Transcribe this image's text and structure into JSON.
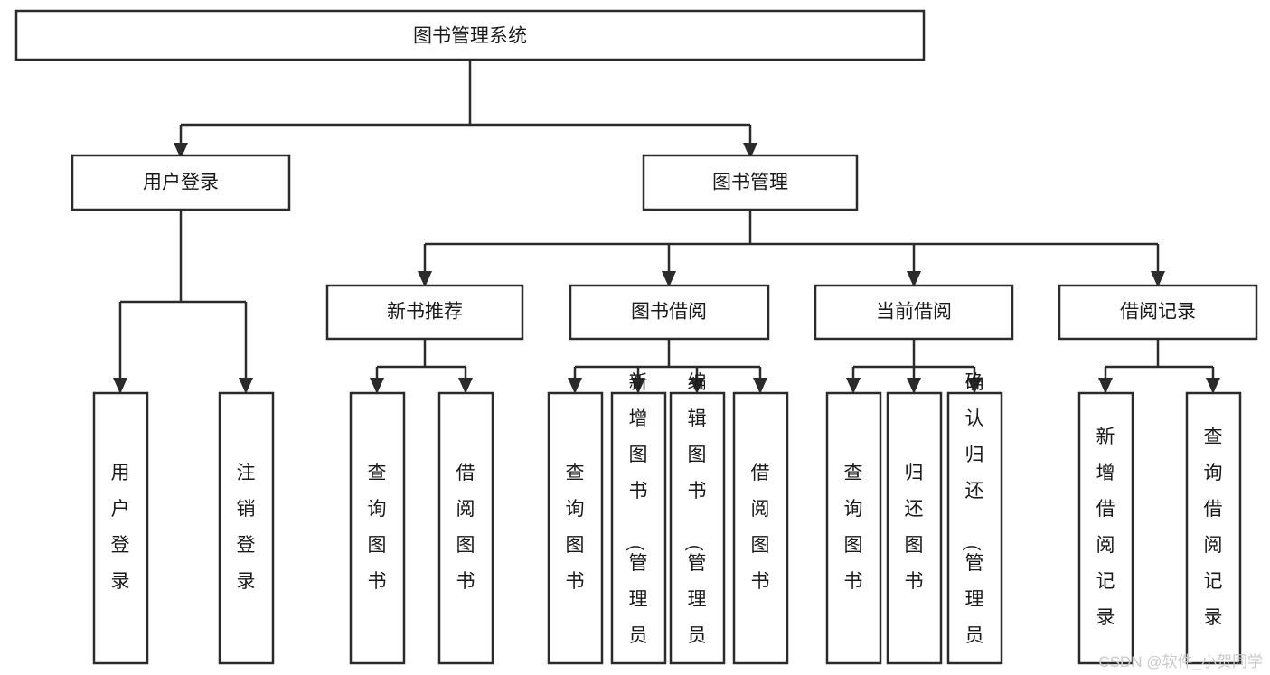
{
  "diagram": {
    "type": "tree-hierarchy-chart",
    "title": "图书管理系统",
    "watermark": "CSDN @软件_小贺同学",
    "colors": {
      "stroke": "#2b2b2b",
      "box_fill": "#ffffff",
      "text": "#1a1a1a",
      "background": "#ffffff",
      "watermark": "#c9c9c9"
    },
    "levels": [
      {
        "level": 0,
        "nodes": [
          {
            "id": "root",
            "label": "图书管理系统",
            "orientation": "horizontal"
          }
        ]
      },
      {
        "level": 1,
        "nodes": [
          {
            "id": "login",
            "label": "用户登录",
            "orientation": "horizontal",
            "parent": "root"
          },
          {
            "id": "bookmgmt",
            "label": "图书管理",
            "orientation": "horizontal",
            "parent": "root"
          }
        ]
      },
      {
        "level": 2,
        "nodes": [
          {
            "id": "newbook",
            "label": "新书推荐",
            "orientation": "horizontal",
            "parent": "bookmgmt"
          },
          {
            "id": "borrow",
            "label": "图书借阅",
            "orientation": "horizontal",
            "parent": "bookmgmt"
          },
          {
            "id": "current",
            "label": "当前借阅",
            "orientation": "horizontal",
            "parent": "bookmgmt"
          },
          {
            "id": "records",
            "label": "借阅记录",
            "orientation": "horizontal",
            "parent": "bookmgmt"
          }
        ]
      },
      {
        "level": 3,
        "nodes": [
          {
            "id": "leaf1",
            "label": "用户登录",
            "orientation": "vertical",
            "parent": "login"
          },
          {
            "id": "leaf2",
            "label": "注销登录",
            "orientation": "vertical",
            "parent": "login"
          },
          {
            "id": "leaf3",
            "label": "查询图书",
            "orientation": "vertical",
            "parent": "newbook"
          },
          {
            "id": "leaf4",
            "label": "借阅图书",
            "orientation": "vertical",
            "parent": "newbook"
          },
          {
            "id": "leaf5",
            "label": "查询图书",
            "orientation": "vertical",
            "parent": "borrow"
          },
          {
            "id": "leaf6",
            "label": "新增图书（管理员）",
            "orientation": "vertical",
            "parent": "borrow"
          },
          {
            "id": "leaf7",
            "label": "编辑图书（管理员）",
            "orientation": "vertical",
            "parent": "borrow"
          },
          {
            "id": "leaf8",
            "label": "借阅图书",
            "orientation": "vertical",
            "parent": "borrow"
          },
          {
            "id": "leaf9",
            "label": "查询图书",
            "orientation": "vertical",
            "parent": "current"
          },
          {
            "id": "leaf10",
            "label": "归还图书",
            "orientation": "vertical",
            "parent": "current"
          },
          {
            "id": "leaf11",
            "label": "确认归还（管理员）",
            "orientation": "vertical",
            "parent": "current"
          },
          {
            "id": "leaf12",
            "label": "新增借阅记录",
            "orientation": "vertical",
            "parent": "records"
          },
          {
            "id": "leaf13",
            "label": "查询借阅记录",
            "orientation": "vertical",
            "parent": "records"
          }
        ]
      }
    ]
  }
}
